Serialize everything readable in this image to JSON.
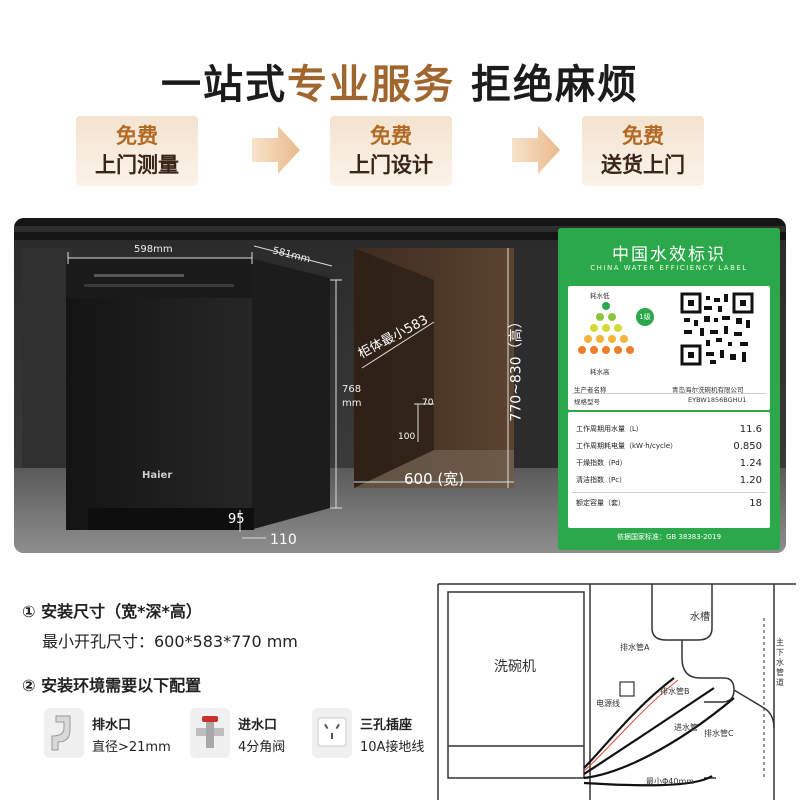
{
  "headline": {
    "part1": "一站式",
    "part2": "专业服务",
    "part3": "拒绝麻烦"
  },
  "steps": [
    {
      "line1": "免费",
      "line2": "上门测量"
    },
    {
      "line1": "免费",
      "line2": "上门设计"
    },
    {
      "line1": "免费",
      "line2": "送货上门"
    }
  ],
  "product": {
    "brand": "Haier",
    "dims": {
      "width": "598mm",
      "depth": "581mm",
      "height_a": "768",
      "height_b": "mm",
      "toe_h": "95",
      "toe_d": "110"
    },
    "cabinet": {
      "min_depth": "柜体最小583",
      "height_range": "770~830（高）",
      "width": "600 (宽)",
      "notch_w": "70",
      "notch_h": "100"
    }
  },
  "water_label": {
    "title": "中国水效标识",
    "subtitle": "CHINA WATER EFFICIENCY LABEL",
    "low": "耗水低",
    "high": "耗水高",
    "grade": "1级",
    "maker_label": "生产者名称",
    "maker_value": "青岛海尔洗碗机有限公司",
    "model_label": "规格型号",
    "model_value": "EYBW1856BGHU1",
    "rows": [
      {
        "label": "工作周期用水量（L）",
        "value": "11.6"
      },
      {
        "label": "工作周期耗电量（kW·h/cycle）",
        "value": "0.850"
      },
      {
        "label": "干燥指数（Pd）",
        "value": "1.24"
      },
      {
        "label": "清洁指数（Pc）",
        "value": "1.20"
      },
      {
        "label": "额定容量（套）",
        "value": "18"
      }
    ],
    "standard": "依据国家标准：GB 38383-2019"
  },
  "install": {
    "size_title": "① 安装尺寸（宽*深*高）",
    "size_value": "最小开孔尺寸：600*583*770 mm",
    "env_title": "② 安装环境需要以下配置",
    "items": [
      {
        "name": "排水口",
        "desc": "直径>21mm"
      },
      {
        "name": "进水口",
        "desc": "4分角阀"
      },
      {
        "name": "三孔插座",
        "desc": "10A接地线"
      }
    ]
  },
  "diagram": {
    "dishwasher": "洗碗机",
    "sink": "水槽",
    "drain_a": "排水管A",
    "drain_b": "排水管B",
    "drain_c": "排水管C",
    "power": "电源线",
    "inlet": "进水管",
    "main_drain": "主下水管道",
    "min_hole": "最小Φ40mm"
  }
}
